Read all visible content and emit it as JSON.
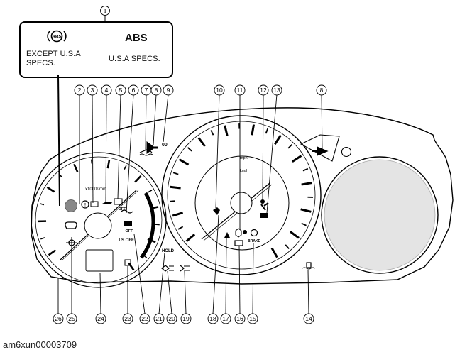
{
  "callout": {
    "number": "1",
    "left_icon_text": "ABS",
    "left_label_line1": "EXCEPT U.S.A",
    "left_label_line2": "SPECS.",
    "right_big": "ABS",
    "right_label": "U.S.A SPECS."
  },
  "top_labels": [
    "2",
    "3",
    "4",
    "5",
    "6",
    "7",
    "8",
    "9",
    "10",
    "11",
    "12",
    "13",
    "8"
  ],
  "bottom_labels": [
    "26",
    "25",
    "24",
    "23",
    "22",
    "21",
    "20",
    "19",
    "18",
    "17",
    "16",
    "15",
    "14"
  ],
  "gauge_text": {
    "tacho_unit": "x1000r/min",
    "speed_unit_mph": "mph",
    "speed_unit_kmh": "km/h",
    "hold": "HOLD",
    "brake": "BRAKE",
    "ls_off": "LS OFF",
    "off1": "OFF",
    "off2": "OFF",
    "temp_code": "00'"
  },
  "caption": "am6xun00003709",
  "colors": {
    "line": "#000000",
    "warning_gray": "#888888",
    "screen_gray": "#e4e4e4"
  }
}
